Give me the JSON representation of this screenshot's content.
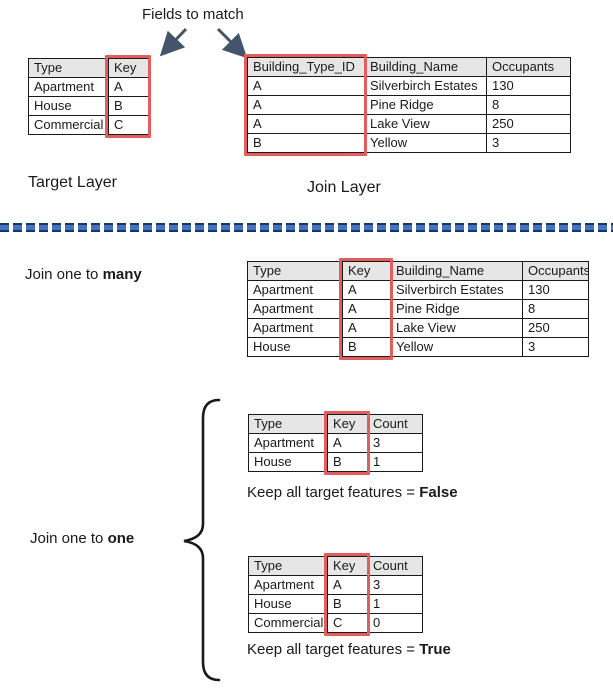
{
  "title": "Fields to match",
  "colors": {
    "key_box": "#e25d5d",
    "arrow": "#44546a",
    "divider_fill": "#4472c4",
    "divider_edge": "#17375e",
    "header_bg": "#e7e6e6",
    "border": "#1a1a1a"
  },
  "top": {
    "target_table": {
      "headers": [
        "Type",
        "Key"
      ],
      "rows": [
        [
          "Apartment",
          "A"
        ],
        [
          "House",
          "B"
        ],
        [
          "Commercial",
          "C"
        ]
      ],
      "caption": "Target Layer"
    },
    "join_table": {
      "headers": [
        "Building_Type_ID",
        "Building_Name",
        "Occupants"
      ],
      "rows": [
        [
          "A",
          "Silverbirch Estates",
          "130"
        ],
        [
          "A",
          "Pine Ridge",
          "8"
        ],
        [
          "A",
          "Lake View",
          "250"
        ],
        [
          "B",
          "Yellow",
          "3"
        ]
      ],
      "caption": "Join Layer"
    }
  },
  "one_to_many": {
    "label_prefix": "Join one to ",
    "label_bold": "many",
    "table": {
      "headers": [
        "Type",
        "Key",
        "Building_Name",
        "Occupants"
      ],
      "rows": [
        [
          "Apartment",
          "A",
          "Silverbirch Estates",
          "130"
        ],
        [
          "Apartment",
          "A",
          "Pine Ridge",
          "8"
        ],
        [
          "Apartment",
          "A",
          "Lake View",
          "250"
        ],
        [
          "House",
          "B",
          "Yellow",
          "3"
        ]
      ]
    }
  },
  "one_to_one": {
    "label_prefix": "Join one to ",
    "label_bold": "one",
    "false_table": {
      "headers": [
        "Type",
        "Key",
        "Count"
      ],
      "rows": [
        [
          "Apartment",
          "A",
          "3"
        ],
        [
          "House",
          "B",
          "1"
        ]
      ]
    },
    "false_caption_prefix": "Keep all target features = ",
    "false_caption_bold": "False",
    "true_table": {
      "headers": [
        "Type",
        "Key",
        "Count"
      ],
      "rows": [
        [
          "Apartment",
          "A",
          "3"
        ],
        [
          "House",
          "B",
          "1"
        ],
        [
          "Commercial",
          "C",
          "0"
        ]
      ]
    },
    "true_caption_prefix": "Keep all target features = ",
    "true_caption_bold": "True"
  }
}
